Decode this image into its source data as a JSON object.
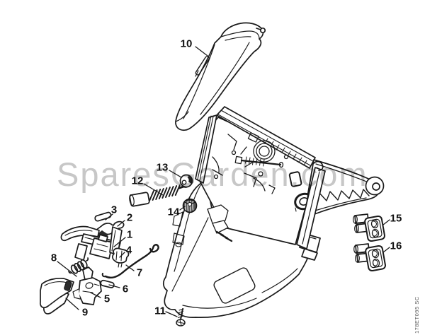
{
  "diagram": {
    "watermark": "SparesGarden.com",
    "drawing_code": "178ET095 SC",
    "colors": {
      "line": "#1a1a1a",
      "watermark": "#c7c7c7",
      "background": "#ffffff"
    },
    "callouts": [
      {
        "label": "1"
      },
      {
        "label": "2"
      },
      {
        "label": "3"
      },
      {
        "label": "4"
      },
      {
        "label": "5"
      },
      {
        "label": "6"
      },
      {
        "label": "7"
      },
      {
        "label": "8"
      },
      {
        "label": "9"
      },
      {
        "label": "10"
      },
      {
        "label": "11"
      },
      {
        "label": "12"
      },
      {
        "label": "13"
      },
      {
        "label": "14"
      },
      {
        "label": "15"
      },
      {
        "label": "16"
      }
    ]
  }
}
